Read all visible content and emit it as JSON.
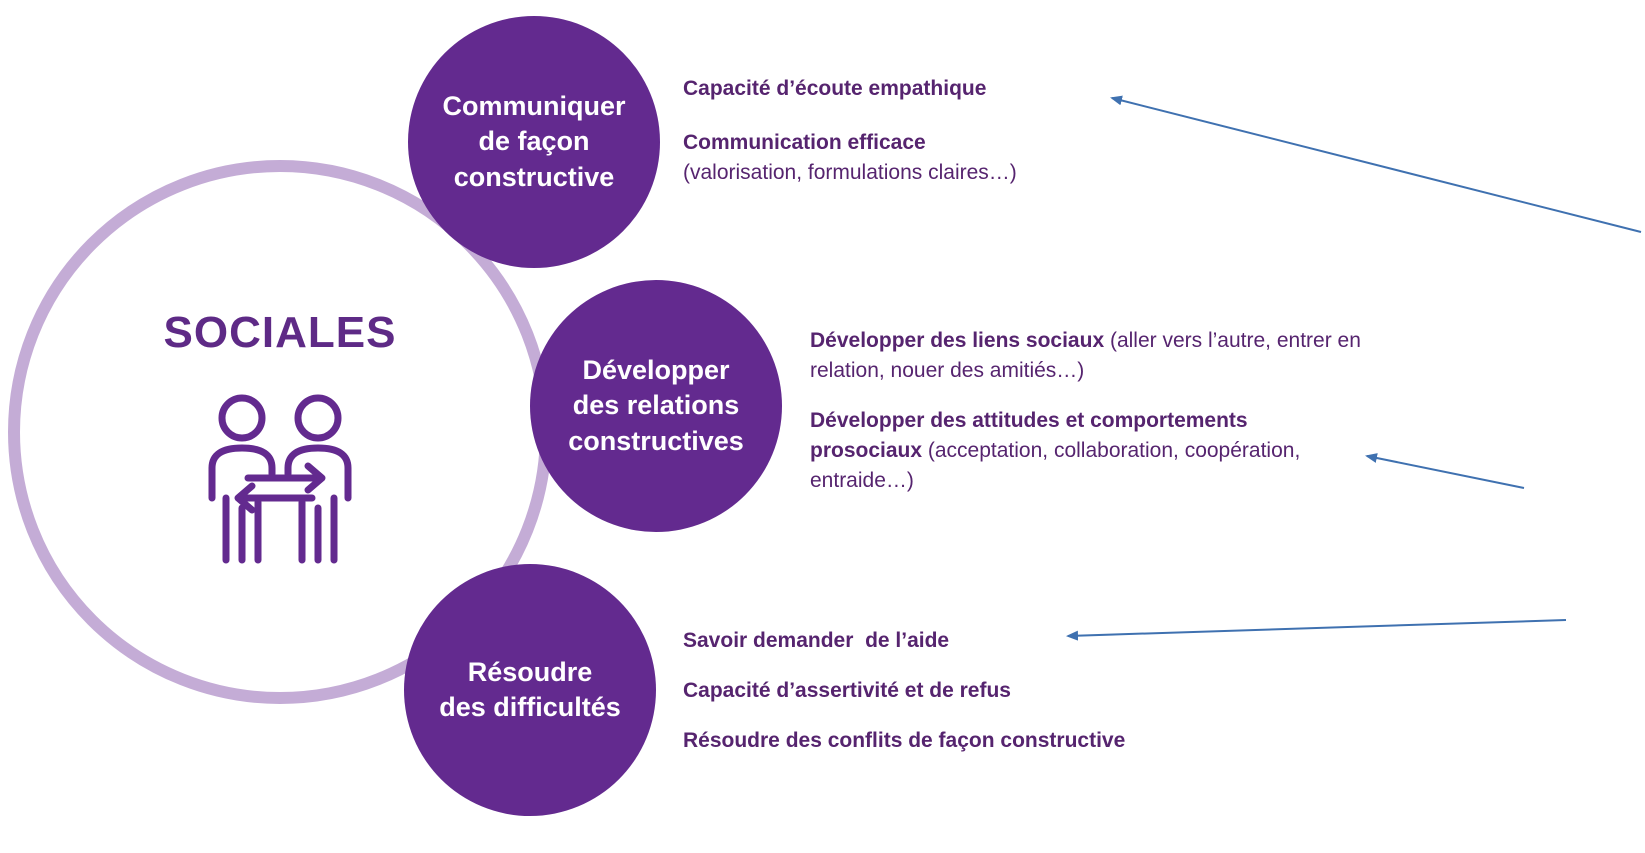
{
  "center": {
    "title": "SOCIALES",
    "icon": "two-people-exchange-icon"
  },
  "colors": {
    "bubble": "#632a8f",
    "ring": "#c4acd6",
    "text": "#56246f",
    "arrow": "#3f71b0"
  },
  "groups": [
    {
      "bubble": "Communiquer\nde façon\nconstructive",
      "items": [
        {
          "bold": "Capacité d’écoute empathique"
        },
        {
          "bold": "Communication efficace",
          "detail": "(valorisation, formulations claires…)"
        }
      ]
    },
    {
      "bubble": "Développer\ndes relations\nconstructives",
      "items": [
        {
          "bold": "Développer des liens sociaux",
          "detail": " (aller vers l’autre, entrer en relation, nouer des amitiés…)"
        },
        {
          "bold": "Développer des attitudes et comportements prosociaux",
          "detail": " (acceptation, collaboration, coopération, entraide…)"
        }
      ]
    },
    {
      "bubble": "Résoudre\ndes difficultés",
      "items": [
        {
          "bold": "Savoir demander  de l’aide"
        },
        {
          "bold": "Capacité d’assertivité et de refus"
        },
        {
          "bold": "Résoudre des conflits de façon constructive"
        }
      ]
    }
  ]
}
